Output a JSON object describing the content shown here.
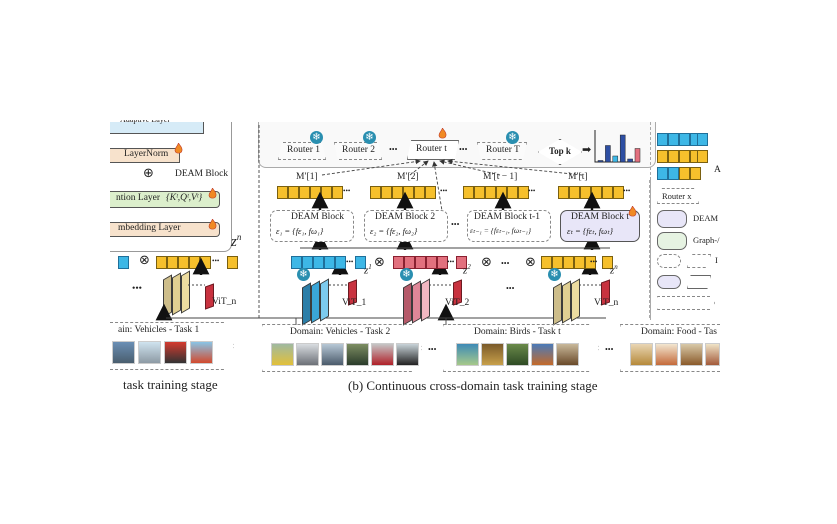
{
  "left_panel": {
    "partial_top_label": "Adaptive Layer",
    "layernorm": "LayerNorm",
    "deam_block": "DEAM Block",
    "attention_layer": "ntion Layer",
    "attention_math": "{Kᵗ,Qᵗ,Vᵗ}",
    "embedding": "mbedding Layer",
    "z_label": "z",
    "z_sup": "n",
    "vit_label": "ViT_n",
    "domain_box": "ain: Vehicles - Task 1",
    "caption": "task training stage"
  },
  "routers": [
    "Router 1",
    "Router 2",
    "Router t",
    "Router T"
  ],
  "topk": "Top k",
  "m_labels": [
    "M′[1]",
    "M′[2]",
    "M′[t − 1]",
    "M′[t]"
  ],
  "deam_blocks": [
    {
      "title": "DEAM Block",
      "formula": "ε₁ = {fε₁, fω₁}"
    },
    {
      "title": "DEAM Block 2",
      "formula": "ε₂ = {fε₂, fω₂}"
    },
    {
      "title": "DEAM Block t-1",
      "formula": "εₜ₋₁ = {fεₜ₋₁, fωₜ₋₁}"
    },
    {
      "title": "DEAM Block t",
      "formula": "εₜ = {fεₜ, fωₜ}"
    }
  ],
  "z_labels": [
    {
      "base": "z",
      "sup": "1"
    },
    {
      "base": "z",
      "sup": "2"
    },
    {
      "base": "z",
      "sup": "n"
    }
  ],
  "vit_labels": [
    "ViT_1",
    "ViT_2",
    "ViT_n"
  ],
  "domains": [
    "Domain: Vehicles - Task 2",
    "Domain: Birds - Task t",
    "Domain: Food - Tas"
  ],
  "ellipsis": "•••",
  "main_caption": "(b) Continuous cross-domain task training stage",
  "legend": {
    "router_x": "Router x",
    "deam": "DEAM",
    "graph": "Graph-/",
    "a_label": "A",
    "l_label": "I"
  },
  "colors": {
    "yellow": "#f6c02c",
    "blue": "#3db7e6",
    "red": "#e2707e",
    "deam_fill": "#e8e6f8",
    "graph_fill": "#e6f3e2",
    "ln_fill": "#f7e2cc",
    "attn_fill": "#dcefcc",
    "adapt_fill": "#d6ebf7"
  },
  "router_chart": {
    "type": "bar",
    "values": [
      0.05,
      0.55,
      0.2,
      0.9,
      0.1,
      0.45
    ],
    "colors": [
      "#2e4fa3",
      "#2e4fa3",
      "#3db7e6",
      "#2e4fa3",
      "#2e4fa3",
      "#e2707e"
    ]
  }
}
